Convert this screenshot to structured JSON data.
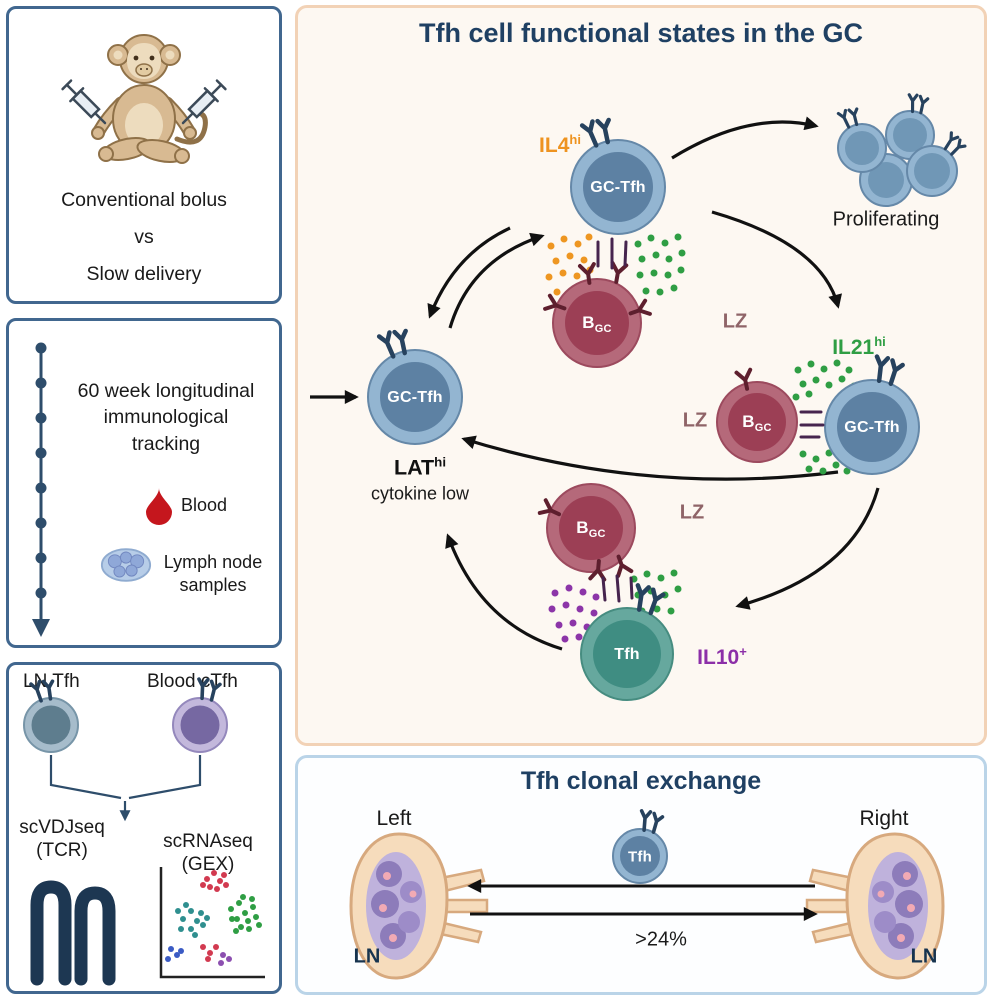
{
  "delivery": {
    "bolus_label": "Conventional bolus",
    "vs_label": "vs",
    "slow_label": "Slow delivery"
  },
  "tracking": {
    "lines": [
      "60 week longitudinal",
      "immunological",
      "tracking"
    ],
    "blood_label": "Blood",
    "lymph_lines": [
      "Lymph node",
      "samples"
    ]
  },
  "sequencing": {
    "ln_tfh_label": "LN Tfh",
    "blood_ctfh_label": "Blood cTfh",
    "scvdjseq_label": "scVDJseq",
    "scvdjseq_sub": "(TCR)",
    "scrnaseq_label": "scRNAseq",
    "scrnaseq_sub": "(GEX)"
  },
  "gc": {
    "title": "Tfh cell functional states in the GC",
    "proliferating_label": "Proliferating",
    "gc_tfh_label": "GC-Tfh",
    "b_label": "B",
    "b_sub": "GC",
    "tfh_label": "Tfh",
    "lz_label": "LZ",
    "il4_base": "IL4",
    "il4_sup": "hi",
    "il21_base": "IL21",
    "il21_sup": "hi",
    "il10_base": "IL10",
    "il10_sup": "+",
    "lat_base": "LAT",
    "lat_sup": "hi",
    "cytokine_low": "cytokine low"
  },
  "clonal": {
    "title": "Tfh clonal exchange",
    "left_label": "Left",
    "right_label": "Right",
    "tfh_label": "Tfh",
    "ln_label": "LN",
    "exchange_percent": ">24%"
  },
  "colors": {
    "panel_blue_border": "#41678f",
    "gc_panel_border": "#f2d2b6",
    "clonal_panel_border": "#bad4e8",
    "title_navy": "#1f4063",
    "tfh_cell_outer": "#93b5d1",
    "tfh_cell_inner": "#5d81a3",
    "b_cell_outer": "#b5697a",
    "b_cell_inner": "#9c3f55",
    "il10_tfh_outer": "#66a89e",
    "il10_tfh_inner": "#3f8d82",
    "ctfh_cell_outer": "#c3b8dc",
    "ctfh_cell_inner": "#7668a2",
    "il4_orange": "#ee9320",
    "il21_green": "#2f9e44",
    "il10_purple": "#8c2fa8",
    "lz_maroon": "#8f6468",
    "blood_red": "#c5161d",
    "monkey_tan": "#d8ba92"
  }
}
